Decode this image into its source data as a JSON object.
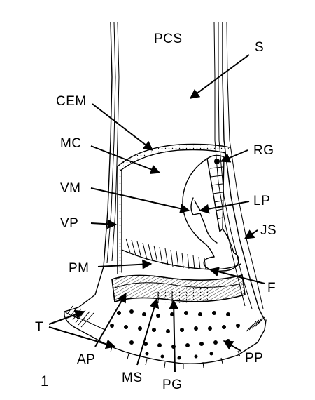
{
  "figure_number": "1",
  "labels": {
    "PCS": "PCS",
    "S": "S",
    "CEM": "CEM",
    "MC": "MC",
    "RG": "RG",
    "VM": "VM",
    "LP": "LP",
    "VP": "VP",
    "JS": "JS",
    "PM": "PM",
    "F": "F",
    "T": "T",
    "AP": "AP",
    "MS": "MS",
    "PG": "PG",
    "PP": "PP"
  },
  "colors": {
    "ink": "#000000",
    "background": "#ffffff"
  }
}
